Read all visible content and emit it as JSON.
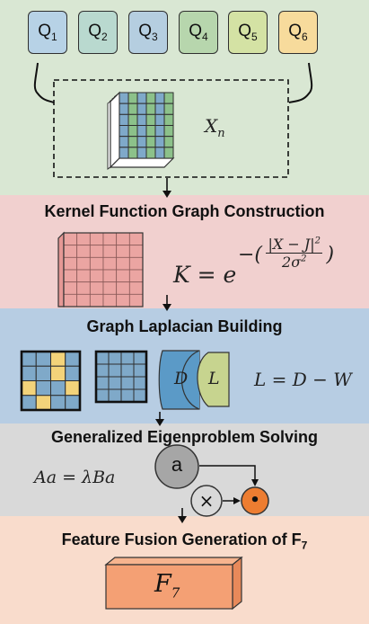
{
  "inputs": [
    {
      "base": "Q",
      "sub": "1",
      "color": "#b7d2e6"
    },
    {
      "base": "Q",
      "sub": "2",
      "color": "#b9d9cf"
    },
    {
      "base": "Q",
      "sub": "3",
      "color": "#b5cee0"
    },
    {
      "base": "Q",
      "sub": "4",
      "color": "#b7d6ad"
    },
    {
      "base": "Q",
      "sub": "5",
      "color": "#d4e2a4"
    },
    {
      "base": "Q",
      "sub": "6",
      "color": "#f7db9c"
    }
  ],
  "tensor": {
    "label_base": "X",
    "label_sub": "n"
  },
  "steps": {
    "kernel": {
      "title": "Kernel Function Graph Construction",
      "formula_lhs": "K = e",
      "formula_num": "|X − J|",
      "formula_num_exp": "2",
      "formula_den": "2σ",
      "formula_den_exp": "2"
    },
    "laplacian": {
      "title": "Graph Laplacian Building",
      "d_label": "D",
      "l_label": "L",
      "formula": "L = D − W"
    },
    "eigen": {
      "title": "Generalized Eigenproblem Solving",
      "formula": "Aa = λBa",
      "node_a": "a",
      "node_times": "×",
      "node_dot": "•"
    },
    "fusion": {
      "title_main": "Feature Fusion Generation of F",
      "title_sub": "7",
      "block_base": "F",
      "block_sub": "7"
    }
  },
  "colors": {
    "band_input": "#d9e7d3",
    "band_kernel": "#f1d0cf",
    "band_laplacian": "#b7cde3",
    "band_eigen": "#d9d9d9",
    "band_fusion": "#f9dccc",
    "grid_blue": "#7fa9c9",
    "grid_green": "#8cc18a",
    "kernel_grid": "#eba5a2",
    "d_shape": "#5b9ac7",
    "l_shape": "#c7d48f",
    "orange": "#ed7d31",
    "fusion_block": "#f4a074"
  }
}
